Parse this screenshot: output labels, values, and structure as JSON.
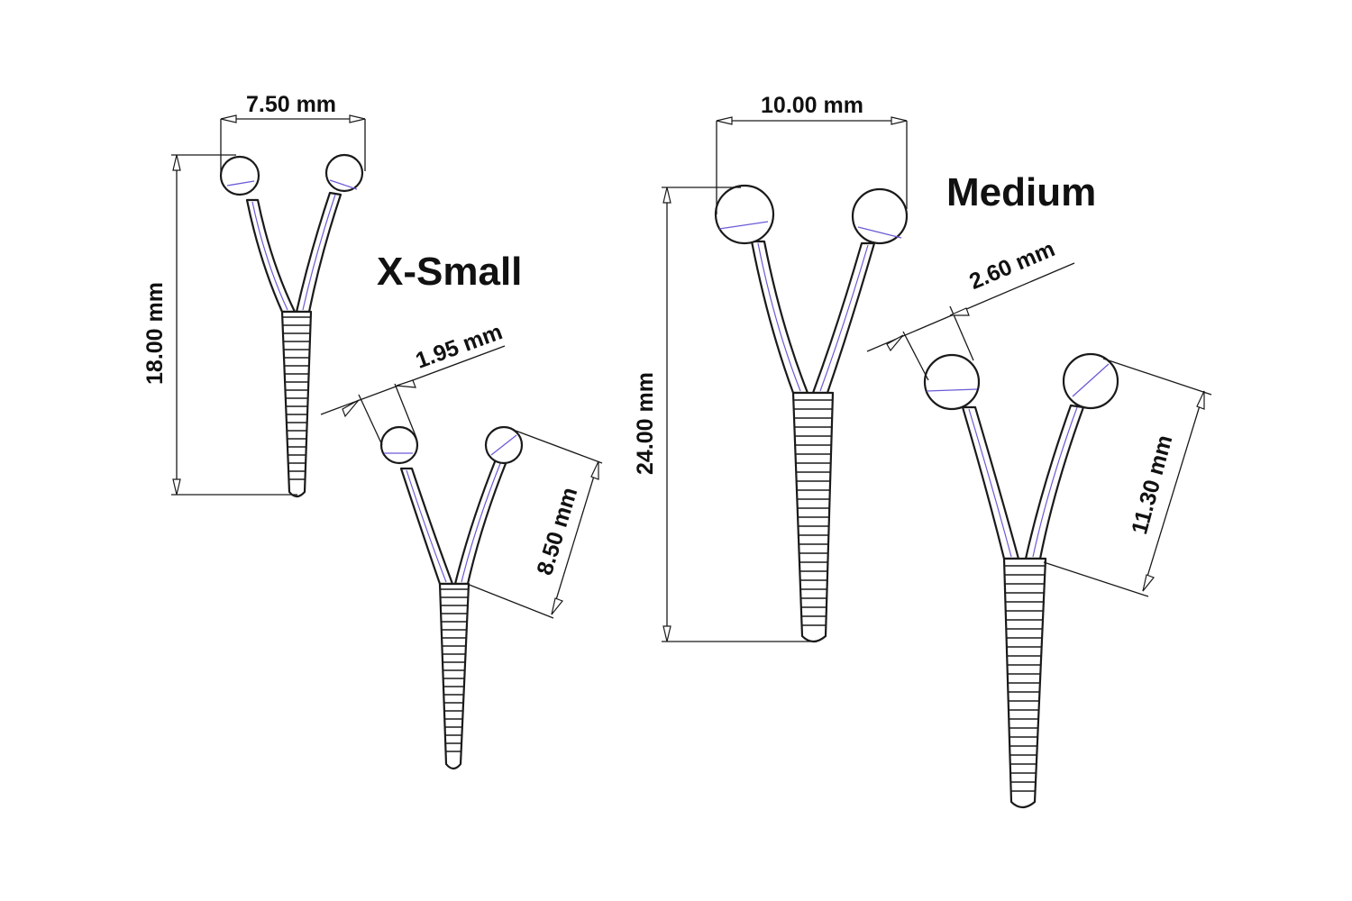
{
  "labels": {
    "xsmall_title": "X-Small",
    "medium_title": "Medium",
    "xs_width": "7.50 mm",
    "xs_height": "18.00 mm",
    "xs_ball": "1.95 mm",
    "xs_arm": "8.50 mm",
    "md_width": "10.00 mm",
    "md_height": "24.00 mm",
    "md_ball": "2.60 mm",
    "md_arm": "11.30 mm"
  },
  "colors": {
    "outline": "#1a1a1a",
    "accent": "#6b5bd6",
    "background": "#ffffff"
  }
}
